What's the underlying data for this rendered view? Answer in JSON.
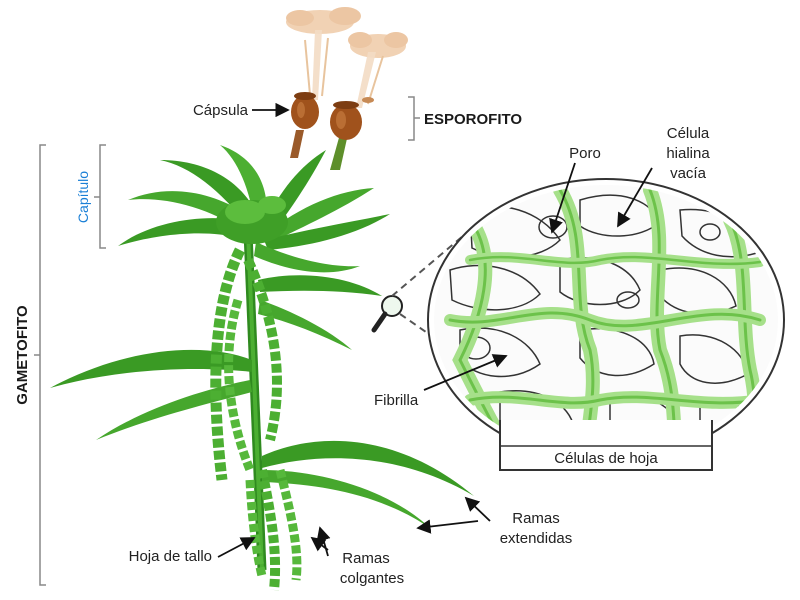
{
  "labels": {
    "capsula": "Cápsula",
    "esporofito": "ESPOROFITO",
    "capitulo": "Capítulo",
    "gametofito": "GAMETOFITO",
    "poro": "Poro",
    "celula_hialina_1": "Célula",
    "celula_hialina_2": "hialina",
    "celula_hialina_3": "vacía",
    "fibrilla": "Fibrilla",
    "celulas_de_hoja": "Células de hoja",
    "ramas_extendidas_1": "Ramas",
    "ramas_extendidas_2": "extendidas",
    "hoja_de_tallo": "Hoja de tallo",
    "ramas_colgantes_1": "Ramas",
    "ramas_colgantes_2": "colgantes"
  },
  "colors": {
    "leaf_dark": "#2f8a1f",
    "leaf_mid": "#4caf32",
    "leaf_light": "#8fd46a",
    "fibril_green": "#a6e08a",
    "capsule_brown": "#a0521c",
    "spore_cream": "#f1d2b4",
    "label_blue": "#1a7fd6"
  }
}
